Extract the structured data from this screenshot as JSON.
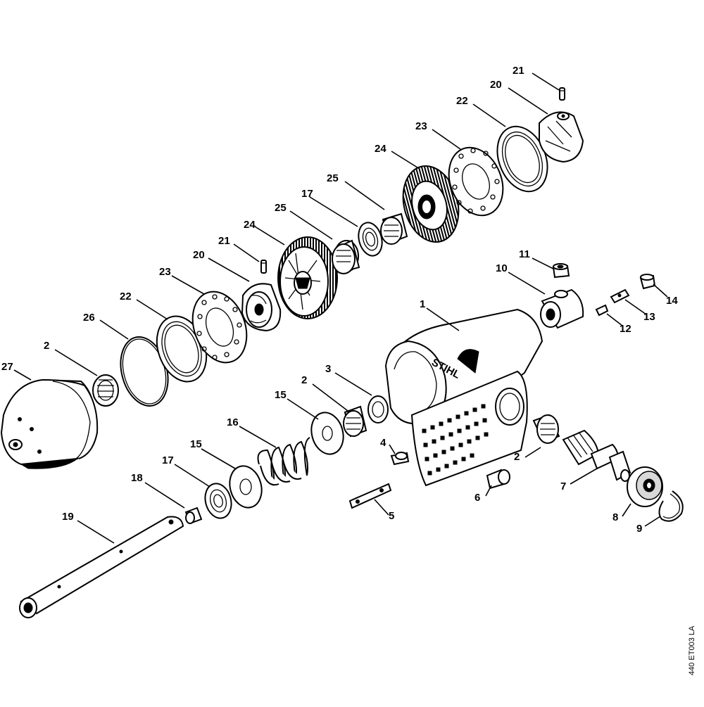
{
  "diagram": {
    "reference_code": "440 ET003 LA",
    "brand_mark": "STIHL",
    "callouts": [
      {
        "id": "c-1",
        "label": "1"
      },
      {
        "id": "c-2a",
        "label": "2"
      },
      {
        "id": "c-2b",
        "label": "2"
      },
      {
        "id": "c-2c",
        "label": "2"
      },
      {
        "id": "c-3",
        "label": "3"
      },
      {
        "id": "c-4",
        "label": "4"
      },
      {
        "id": "c-5",
        "label": "5"
      },
      {
        "id": "c-6",
        "label": "6"
      },
      {
        "id": "c-7",
        "label": "7"
      },
      {
        "id": "c-8",
        "label": "8"
      },
      {
        "id": "c-9",
        "label": "9"
      },
      {
        "id": "c-10",
        "label": "10"
      },
      {
        "id": "c-11",
        "label": "11"
      },
      {
        "id": "c-12",
        "label": "12"
      },
      {
        "id": "c-13",
        "label": "13"
      },
      {
        "id": "c-14",
        "label": "14"
      },
      {
        "id": "c-15a",
        "label": "15"
      },
      {
        "id": "c-15b",
        "label": "15"
      },
      {
        "id": "c-16",
        "label": "16"
      },
      {
        "id": "c-17a",
        "label": "17"
      },
      {
        "id": "c-17b",
        "label": "17"
      },
      {
        "id": "c-18",
        "label": "18"
      },
      {
        "id": "c-19",
        "label": "19"
      },
      {
        "id": "c-20a",
        "label": "20"
      },
      {
        "id": "c-20b",
        "label": "20"
      },
      {
        "id": "c-21a",
        "label": "21"
      },
      {
        "id": "c-21b",
        "label": "21"
      },
      {
        "id": "c-22a",
        "label": "22"
      },
      {
        "id": "c-22b",
        "label": "22"
      },
      {
        "id": "c-23a",
        "label": "23"
      },
      {
        "id": "c-23b",
        "label": "23"
      },
      {
        "id": "c-24a",
        "label": "24"
      },
      {
        "id": "c-24b",
        "label": "24"
      },
      {
        "id": "c-25a",
        "label": "25"
      },
      {
        "id": "c-25b",
        "label": "25"
      },
      {
        "id": "c-26",
        "label": "26"
      },
      {
        "id": "c-27",
        "label": "27"
      }
    ]
  }
}
